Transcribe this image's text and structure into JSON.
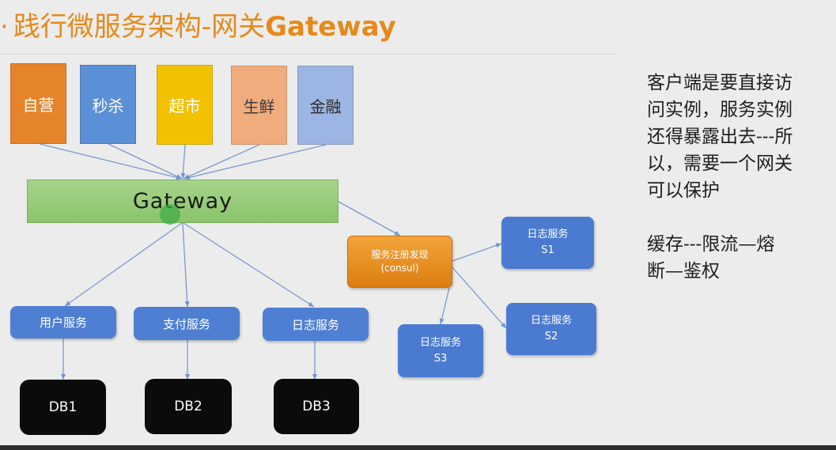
{
  "slide": {
    "title_prefix": "践行微服务架构-网关",
    "title_brand": "Gateway"
  },
  "channels": [
    "自营",
    "秒杀",
    "超市",
    "生鲜",
    "金融"
  ],
  "channel_colors": [
    "#e5842a",
    "#5b8fd6",
    "#f2c200",
    "#f0ac7c",
    "#9db5e2"
  ],
  "gateway": {
    "label": "Gateway"
  },
  "services": [
    "用户服务",
    "支付服务",
    "日志服务"
  ],
  "databases": [
    "DB1",
    "DB2",
    "DB3"
  ],
  "registry": {
    "line1": "服务注册发现",
    "line2": "(consul)"
  },
  "instances": [
    {
      "name": "日志服务",
      "id": "S1"
    },
    {
      "name": "日志服务",
      "id": "S2"
    },
    {
      "name": "日志服务",
      "id": "S3"
    }
  ],
  "notes": {
    "line1": "客户端是要直接访",
    "line2": "问实例，服务实例",
    "line3": "还得暴露出去---所",
    "line4": "以，需要一个网关",
    "line5": "可以保护",
    "line6": "缓存---限流—熔",
    "line7": "断—鉴权"
  }
}
